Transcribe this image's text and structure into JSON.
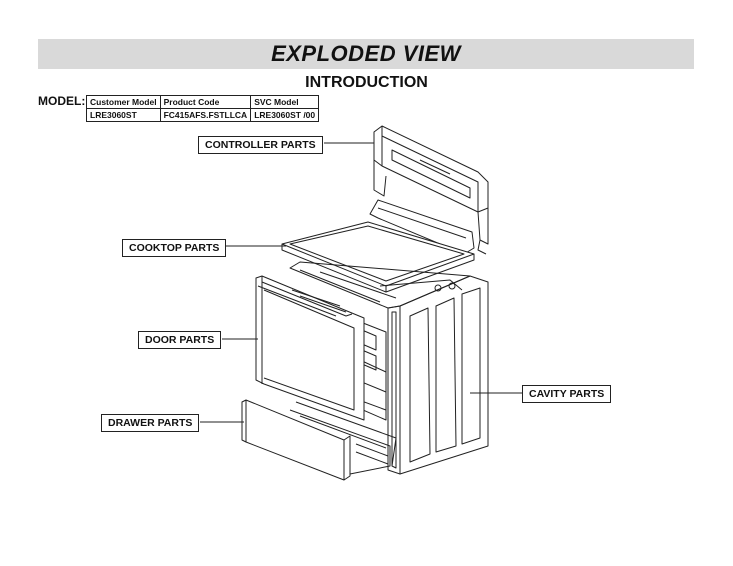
{
  "header": {
    "title": "EXPLODED VIEW",
    "subtitle": "INTRODUCTION"
  },
  "model": {
    "label": "MODEL:",
    "columns": [
      "Customer Model",
      "Product Code",
      "SVC Model"
    ],
    "row": [
      "LRE3060ST",
      "FC415AFS.FSTLLCA",
      "LRE3060ST /00"
    ]
  },
  "callouts": {
    "controller": "CONTROLLER PARTS",
    "cooktop": "COOKTOP PARTS",
    "door": "DOOR PARTS",
    "drawer": "DRAWER PARTS",
    "cavity": "CAVITY PARTS"
  }
}
